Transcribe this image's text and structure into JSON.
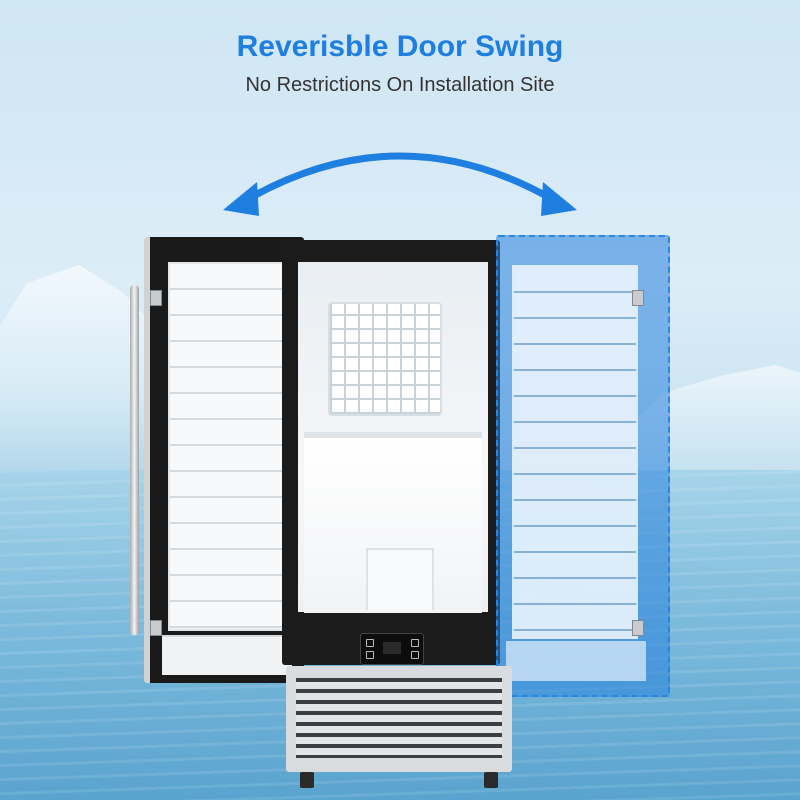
{
  "header": {
    "title": "Reverisble Door Swing",
    "subtitle": "No Restrictions On Installation Site"
  },
  "colors": {
    "title": "#1f7fe0",
    "subtitle": "#333333",
    "arrow": "#1f7fe0",
    "door_highlight": "#2a86e0"
  },
  "icons": {
    "swing_arrow": "double-headed-curved-arrow"
  }
}
